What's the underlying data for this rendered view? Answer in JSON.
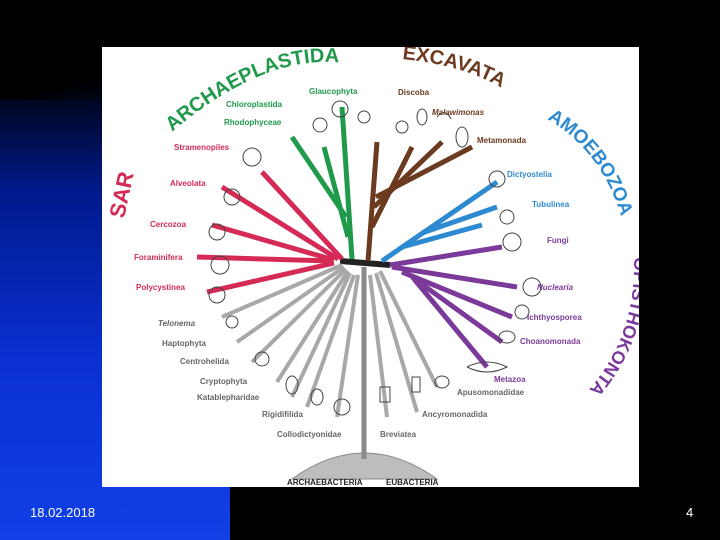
{
  "footer": {
    "date": "18.02.2018",
    "page_number": "4"
  },
  "colors": {
    "archaeplastida": "#1f9a4b",
    "excavata": "#6b3a1f",
    "amoebozoa": "#2e8ad0",
    "opisthokonta": "#7b3a9a",
    "sar": "#d42a55",
    "unplaced": "#a8a8a8",
    "root": "#222222"
  },
  "supergroups": {
    "archaeplastida": "ARCHAEPLASTIDA",
    "excavata": "EXCAVATA",
    "amoebozoa": "AMOEBOZOA",
    "opisthokonta": "OPISTHOKONTA",
    "sar": "SAR"
  },
  "taxa": {
    "glaucophyta": "Glaucophyta",
    "chloroplastida": "Chloroplastida",
    "rhodophyceae": "Rhodophyceae",
    "discoba": "Discoba",
    "malawimonas": "Malawimonas",
    "metamonada": "Metamonada",
    "dictyostelia": "Dictyostelia",
    "tubulinea": "Tubulinea",
    "fungi": "Fungi",
    "nuclearia": "Nuclearia",
    "ichthyosporea": "Ichthyosporea",
    "choanomonada": "Choanomonada",
    "metazoa": "Metazoa",
    "apusomonadidae": "Apusomonadidae",
    "stramenopiles": "Stramenopiles",
    "alveolata": "Alveolata",
    "cercozoa": "Cercozoa",
    "foraminifera": "Foraminifera",
    "polycystinea": "Polycystinea",
    "telonema": "Telonema",
    "haptophyta": "Haptophyta",
    "centrohelida": "Centrohelida",
    "cryptophyta": "Cryptophyta",
    "katablepharidae": "Katablepharidae",
    "rigidifilida": "Rigidifilida",
    "collodictyonidae": "Collodictyonidae",
    "breviatea": "Breviatea",
    "ancyromonadida": "Ancyromonadida"
  },
  "base": {
    "archaebacteria": "ARCHAEBACTERIA",
    "eubacteria": "EUBACTERIA"
  }
}
